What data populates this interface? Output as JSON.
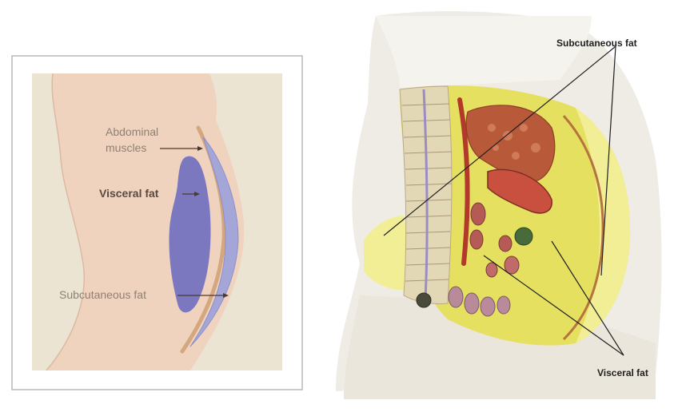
{
  "left_panel": {
    "labels": {
      "abdominal_muscles_line1": "Abdominal",
      "abdominal_muscles_line2": "muscles",
      "visceral_fat": "Visceral fat",
      "subcutaneous_fat": "Subcutaneous fat"
    }
  },
  "right_panel": {
    "labels": {
      "subcutaneous_fat": "Subcutaneous fat",
      "visceral_fat": "Visceral fat"
    }
  },
  "colors": {
    "skin": "#efd3bf",
    "panel_bg": "#ebe4d3",
    "visceral": "#7b78bf",
    "subcutaneous": "#a4a6d8",
    "muscle": "#d5a77e",
    "yellow_fat": "#e6e060",
    "bone": "#e3d8b6",
    "organ": "#b85a3a"
  }
}
